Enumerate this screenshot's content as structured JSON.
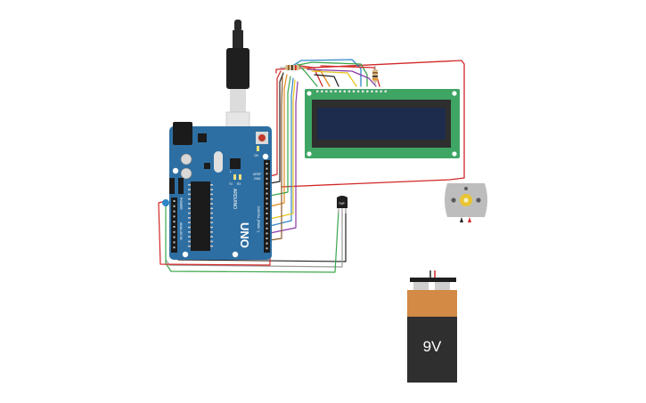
{
  "canvas": {
    "background": "#ffffff"
  },
  "arduino": {
    "logo": "UNO",
    "brand": "ARDUINO",
    "digital_label": "DIGITAL (PWM ~)",
    "analog_label": "ANALOG IN",
    "power_label": "POWER",
    "aref": "AREF",
    "gnd": "GND",
    "tx": "TX",
    "rx": "RX",
    "on": "ON",
    "l": "L",
    "board_color": "#2e6fa3"
  },
  "lcd": {
    "pcb_color": "#3fa565",
    "screen_color": "#1d2c4c"
  },
  "sensor": {
    "label": "TMP"
  },
  "battery": {
    "label": "9V",
    "top_color": "#d28a45",
    "body_color": "#2f2f2f"
  },
  "motor": {
    "body_color": "#bdbdbd",
    "shaft_color": "#e8c531"
  },
  "wire_colors": {
    "red": "#d22727",
    "black": "#222222",
    "green": "#3aa64a",
    "blue": "#2f86c6",
    "orange": "#e28a1a",
    "yellow": "#e6c61b",
    "purple": "#8a3aa8",
    "gray": "#9a9a9a",
    "brown": "#8a5a2b"
  }
}
